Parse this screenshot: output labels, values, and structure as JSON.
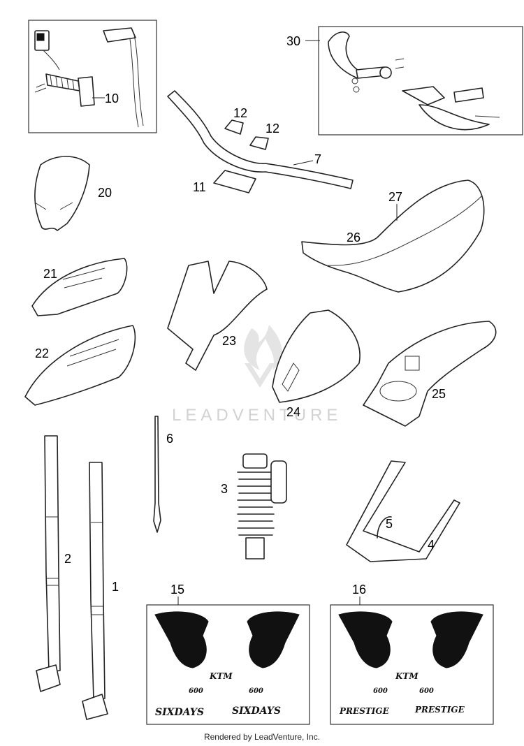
{
  "callouts": {
    "c1": "1",
    "c2": "2",
    "c3": "3",
    "c4": "4",
    "c5": "5",
    "c6": "6",
    "c7": "7",
    "c10": "10",
    "c11": "11",
    "c12a": "12",
    "c12b": "12",
    "c15": "15",
    "c16": "16",
    "c20": "20",
    "c21": "21",
    "c22": "22",
    "c23": "23",
    "c24": "24",
    "c25": "25",
    "c26": "26",
    "c27": "27",
    "c30": "30"
  },
  "watermark": {
    "text": "LEADVENTURE"
  },
  "decals": {
    "kit15": {
      "brand": "KTM",
      "small_a": "600",
      "small_b": "600",
      "model_a": "SIXDAYS",
      "model_b": "SIXDAYS"
    },
    "kit16": {
      "brand": "KTM",
      "small_a": "600",
      "small_b": "600",
      "model_a": "PRESTIGE",
      "model_b": "PRESTIGE"
    }
  },
  "footer": {
    "text": "Rendered by LeadVenture, Inc."
  },
  "colors": {
    "line": "#222222",
    "watermark": "#d2d2d2",
    "background": "#ffffff"
  }
}
